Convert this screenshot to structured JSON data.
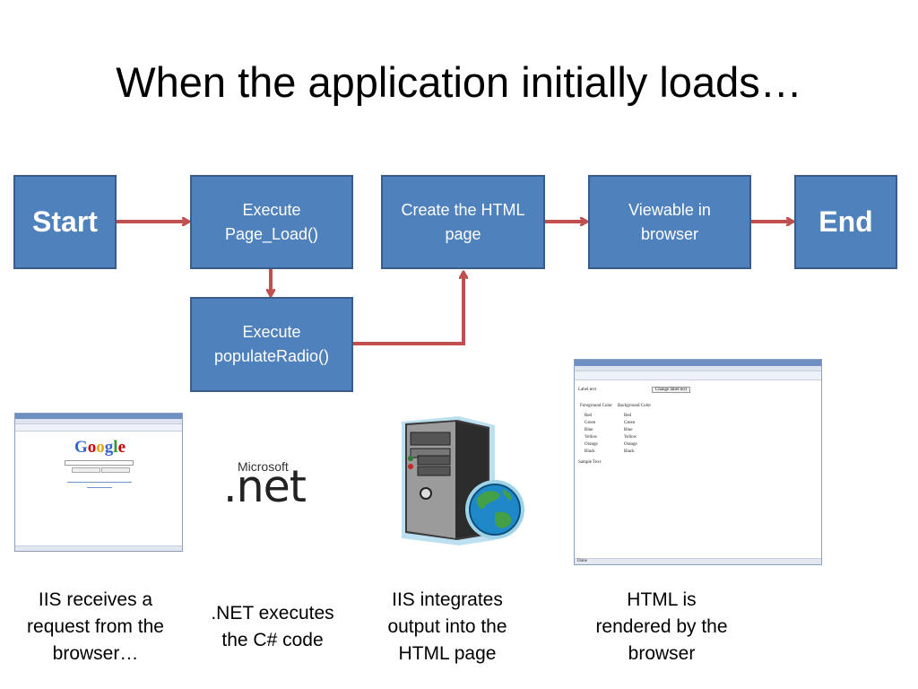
{
  "title": "When the application initially loads…",
  "nodes": {
    "start": "Start",
    "page_load": "Execute Page_Load()",
    "create_html": "Create the HTML page",
    "viewable": "Viewable in browser",
    "end": "End",
    "populate_radio": "Execute populateRadio()"
  },
  "captions": {
    "iis_request": "IIS receives a request from the browser…",
    "net_exec": ".NET executes the C# code",
    "iis_integrate": "IIS integrates output into the HTML page",
    "html_render": "HTML is rendered by the browser"
  },
  "logos": {
    "microsoft": "Microsoft",
    "net": ".net"
  },
  "browser_shot": {
    "google_logo": "Google"
  },
  "page_shot": {
    "title_bar": "Untitled Page - Mozilla Firefox",
    "label_text": "Label text",
    "button": "Change label text",
    "fg_heading": "Foreground Color",
    "bg_heading": "Background Color",
    "colors": [
      "Red",
      "Green",
      "Blue",
      "Yellow",
      "Orange",
      "Black"
    ],
    "sample": "Sample Text",
    "status": "Done"
  },
  "colors": {
    "box_fill": "#4f81bd",
    "box_border": "#385d8a",
    "arrow": "#c0504d"
  }
}
